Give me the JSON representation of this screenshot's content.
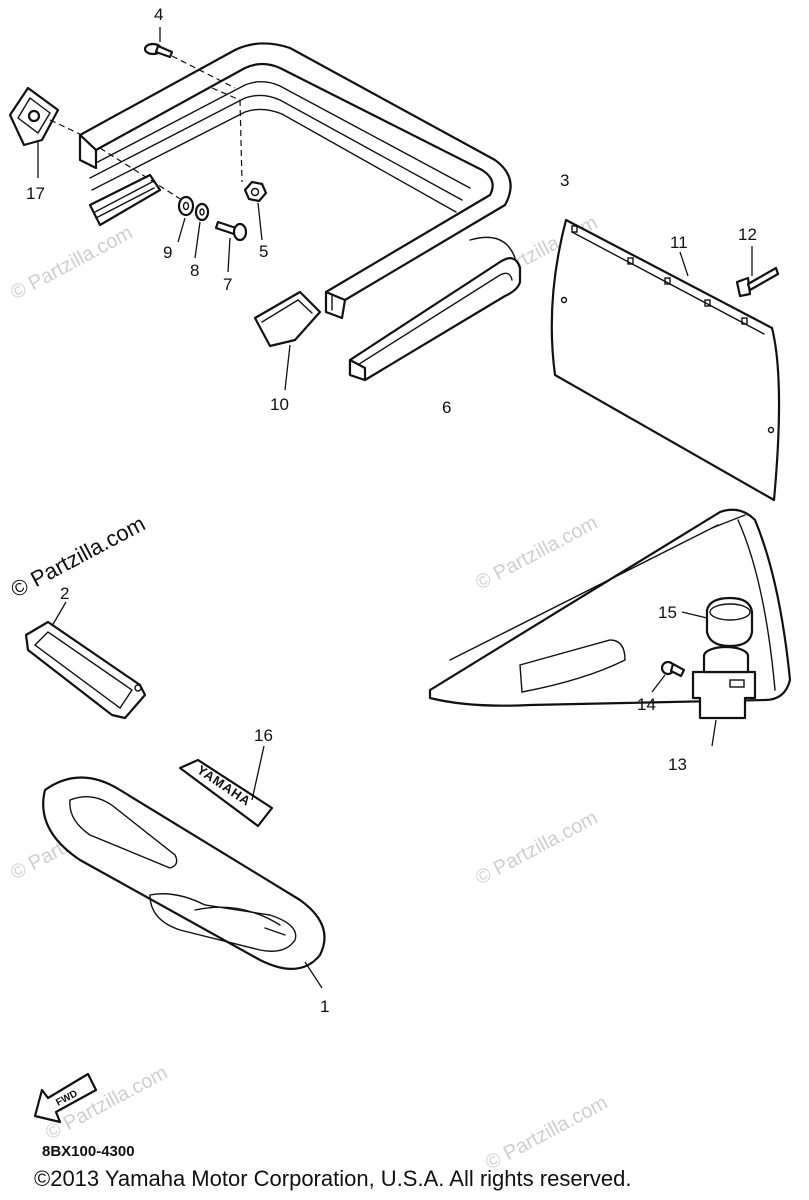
{
  "callouts": {
    "c1": "1",
    "c2": "2",
    "c3": "3",
    "c4": "4",
    "c5": "5",
    "c6": "6",
    "c7": "7",
    "c8": "8",
    "c9": "9",
    "c10": "10",
    "c11": "11",
    "c12": "12",
    "c13": "13",
    "c14": "14",
    "c15": "15",
    "c16": "16",
    "c17": "17"
  },
  "decal_text": "YAMAHA",
  "fwd_label": "FWD",
  "watermark": "© Partzilla.com",
  "catalog_code": "8BX100-4300",
  "copyright": "©2013 Yamaha Motor Corporation, U.S.A. All rights reserved."
}
